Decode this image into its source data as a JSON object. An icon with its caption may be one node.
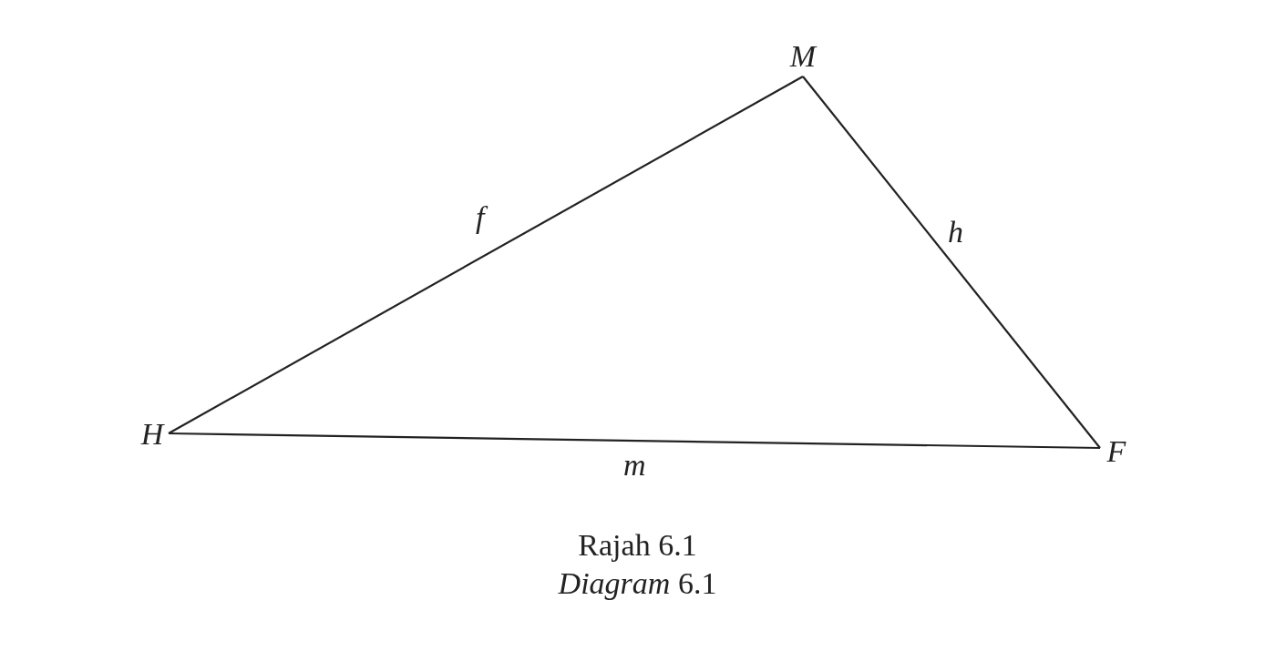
{
  "diagram": {
    "caption": "Rajah 6.1",
    "nodes": [
      {
        "text": [
          "M"
        ]
      },
      {
        "text": [
          "H"
        ]
      },
      {
        "text": [
          "F"
        ]
      }
    ],
    "edges": [
      {
        "from": 1,
        "to": 0,
        "arrow": "none",
        "label": "f"
      },
      {
        "from": 0,
        "to": 2,
        "arrow": "none",
        "label": "h"
      },
      {
        "from": 1,
        "to": 2,
        "arrow": "none",
        "label": "m"
      }
    ],
    "labels": [
      "*Diagram* 6.1"
    ]
  }
}
